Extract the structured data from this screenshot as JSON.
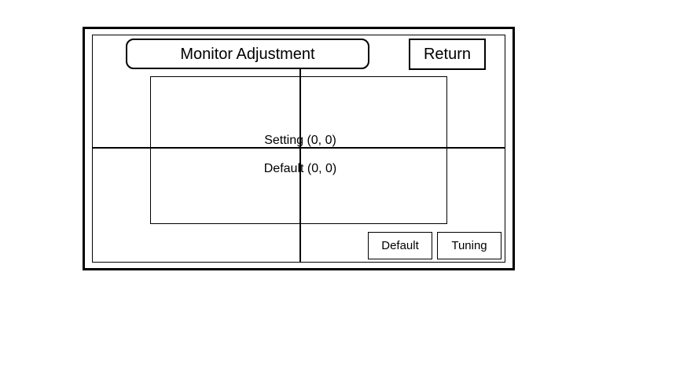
{
  "screen": {
    "title": "Monitor Adjustment",
    "return_label": "Return"
  },
  "adjustment": {
    "setting_label": "Setting (0, 0)",
    "default_label": "Default (0, 0)",
    "setting_x": 0,
    "setting_y": 0,
    "default_x": 0,
    "default_y": 0
  },
  "actions": {
    "default_label": "Default",
    "tuning_label": "Tuning"
  },
  "colors": {
    "line": "#000000",
    "background": "#ffffff"
  }
}
